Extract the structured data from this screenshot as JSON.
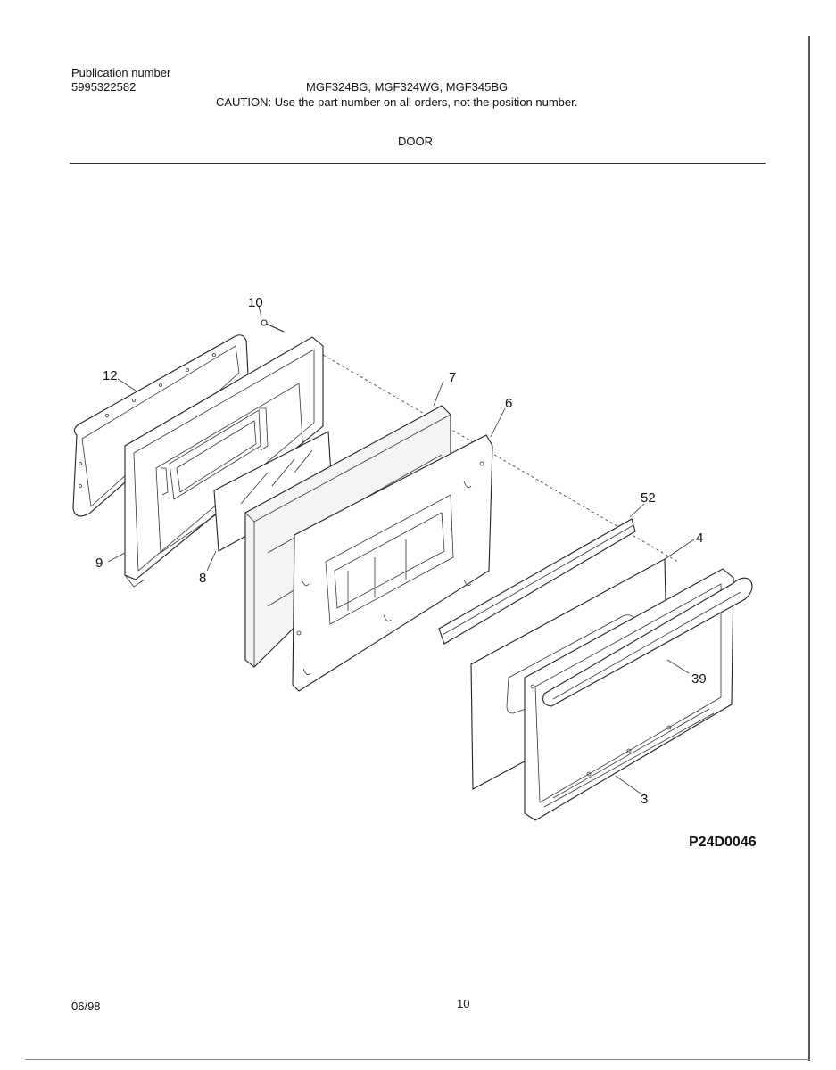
{
  "header": {
    "publication_label": "Publication number",
    "publication_number": "5995322582",
    "models": "MGF324BG, MGF324WG, MGF345BG",
    "caution": "CAUTION:  Use the part number on all orders, not the position number.",
    "section_title": "DOOR"
  },
  "diagram": {
    "code": "P24D0046",
    "callouts": {
      "c10": "10",
      "c12": "12",
      "c7": "7",
      "c6": "6",
      "c52": "52",
      "c4": "4",
      "c9": "9",
      "c8": "8",
      "c39": "39",
      "c3": "3"
    }
  },
  "footer": {
    "date": "06/98",
    "page_number": "10"
  }
}
